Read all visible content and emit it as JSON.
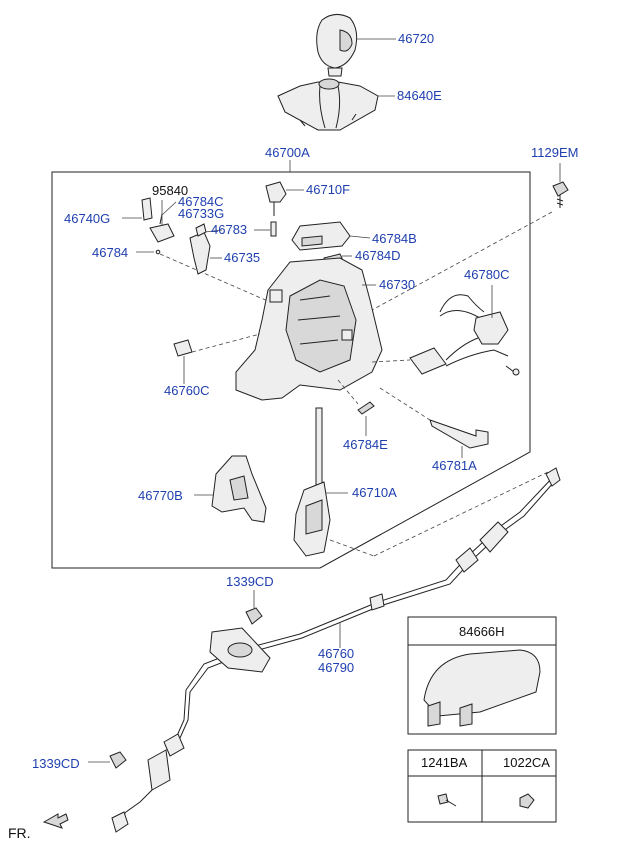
{
  "colors": {
    "label": "#1f3fae",
    "line": "#222222",
    "leader": "#444444",
    "part_fill": "#eeeeee"
  },
  "labels": {
    "p46720": "46720",
    "p84640E": "84640E",
    "p46700A": "46700A",
    "p1129EM": "1129EM",
    "p95840": "95840",
    "p46784C": "46784C",
    "p46733G": "46733G",
    "p46740G": "46740G",
    "p46710F": "46710F",
    "p46783": "46783",
    "p46784B": "46784B",
    "p46784": "46784",
    "p46735": "46735",
    "p46784D": "46784D",
    "p46730": "46730",
    "p46780C": "46780C",
    "p46760C": "46760C",
    "p46784E": "46784E",
    "p46781A": "46781A",
    "p46770B": "46770B",
    "p46710A": "46710A",
    "p1339CD_top": "1339CD",
    "p46760": "46760",
    "p46790": "46790",
    "p84666H": "84666H",
    "p1241BA": "1241BA",
    "p1022CA": "1022CA",
    "p1339CD_bottom": "1339CD",
    "fr": "FR."
  },
  "icons": [
    "shift-knob-icon",
    "shift-boot-icon",
    "bolt-icon",
    "nut-icon",
    "fr-arrow-icon"
  ]
}
